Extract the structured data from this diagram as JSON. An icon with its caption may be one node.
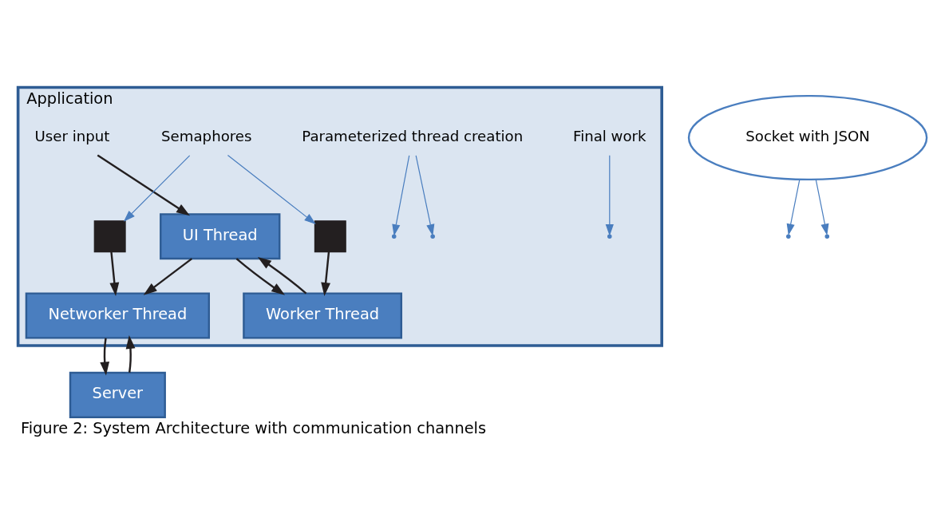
{
  "diagram": {
    "caption": "Figure 2: System Architecture with communication channels",
    "nodes": [
      {
        "text": [
          "Application"
        ]
      },
      {
        "text": [
          "User input"
        ],
        "in": 0
      },
      {
        "text": [
          "UI Thread"
        ],
        "in": 0
      },
      {
        "text": [
          "Final work"
        ],
        "in": 0
      },
      {
        "text": [
          "Parameterized thread creation"
        ],
        "in": 0
      },
      {
        "text": [
          "Worker Thread"
        ],
        "in": 0
      },
      {
        "text": [],
        "shape": "box",
        "in": 0
      },
      {
        "text": [
          "Semaphores"
        ],
        "in": 0
      },
      {
        "text": [],
        "shape": "box",
        "in": 0
      },
      {
        "text": [
          "Networker Thread"
        ],
        "in": 0
      },
      {
        "text": [
          "Socket with JSON"
        ]
      },
      {
        "text": [
          "Server"
        ]
      }
    ],
    "edges": [
      {
        "from": 1,
        "to": 2,
        "arrow": "to"
      },
      {
        "from": 2,
        "to": 5,
        "arrow": "to"
      },
      {
        "from": 2,
        "to": 9,
        "arrow": "to"
      },
      {
        "from": 5,
        "to": 2,
        "arrow": "to"
      },
      {
        "from": 3,
        "to": null,
        "arrow": "to",
        "color": "#4a7ebf"
      },
      {
        "from": 4,
        "to": null,
        "arrow": "to",
        "color": "#4a7ebf"
      },
      {
        "from": 4,
        "to": null,
        "arrow": "to",
        "color": "#4a7ebf"
      },
      {
        "from": 6,
        "to": 9,
        "arrow": "to"
      },
      {
        "from": 8,
        "to": 5,
        "arrow": "to"
      },
      {
        "from": 7,
        "to": 6,
        "arrow": "to",
        "color": "#4a7ebf"
      },
      {
        "from": 7,
        "to": 8,
        "arrow": "to",
        "color": "#4a7ebf"
      },
      {
        "from": 9,
        "to": 11,
        "arrow": "to"
      },
      {
        "from": 11,
        "to": 9,
        "arrow": "to"
      },
      {
        "from": 10,
        "to": null,
        "arrow": "to",
        "color": "#4a7ebf"
      },
      {
        "from": 10,
        "to": null,
        "arrow": "to",
        "color": "#4a7ebf"
      }
    ]
  }
}
